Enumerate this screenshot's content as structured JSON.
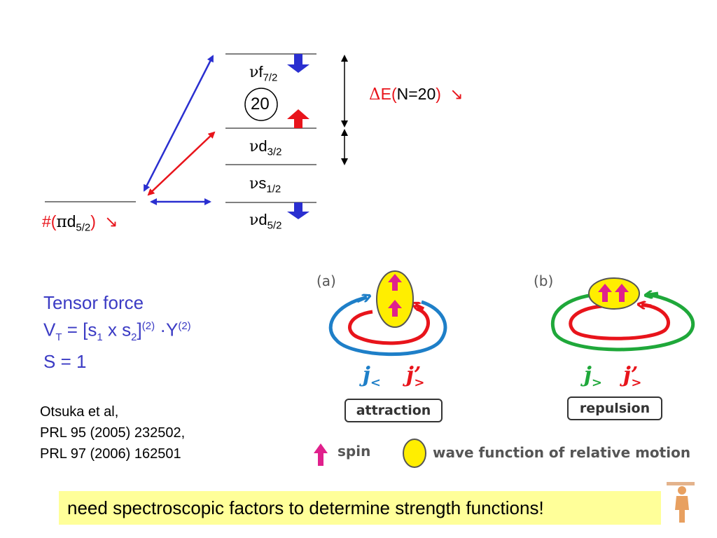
{
  "levels": {
    "f72": {
      "prefix": "ν",
      "main": "f",
      "sub": "7/2"
    },
    "magic": "20",
    "d32": {
      "prefix": "ν",
      "main": "d",
      "sub": "3/2"
    },
    "s12": {
      "prefix": "ν",
      "main": "s",
      "sub": "1/2"
    },
    "d52": {
      "prefix": "ν",
      "main": "d",
      "sub": "5/2"
    }
  },
  "gap_label": {
    "delta": "Δ",
    "e": "E(",
    "inner": "N=20",
    "close": ")",
    "arrow": "↘"
  },
  "proton_label": {
    "hash": "#(",
    "pi": "π",
    "main": "d",
    "sub": "5/2",
    "close": ")",
    "arrow": "↘"
  },
  "tensor": {
    "title": "Tensor force",
    "line2_a": "V",
    "line2_sub1": "T",
    "line2_b": " = [s",
    "line2_sub2": "1",
    "line2_c": " x s",
    "line2_sub3": "2",
    "line2_d": "]",
    "line2_sup1": "(2)",
    "line2_e": " ·Y",
    "line2_sup2": "(2)",
    "line3": "S = 1"
  },
  "references": [
    "Otsuka et al,",
    "PRL 95 (2005) 232502,",
    "PRL 97 (2006) 162501"
  ],
  "panel_a": {
    "tag": "(a)",
    "j1": "j",
    "j1_sub": "<",
    "j2": "j’",
    "j2_sub": ">",
    "label": "attraction"
  },
  "panel_b": {
    "tag": "(b)",
    "j1": "j",
    "j1_sub": ">",
    "j2": "j’",
    "j2_sub": ">",
    "label": "repulsion"
  },
  "legend": {
    "spin": "spin",
    "wave": "wave function of relative motion"
  },
  "banner": "need spectroscopic factors to determine strength functions!",
  "colors": {
    "blue_arrow": "#2a2fd0",
    "red_arrow": "#e8141b",
    "orbit_blue": "#1e7fc8",
    "orbit_red": "#e8141b",
    "orbit_green": "#1fa83a",
    "ellipse_fill": "#ffee00",
    "spin_magenta": "#e0208c",
    "banner_bg": "#ffff99"
  },
  "icons": [
    "spin-arrow-icon",
    "down-arrow-icon",
    "up-arrow-icon",
    "double-arrow-icon",
    "logo-icon"
  ]
}
